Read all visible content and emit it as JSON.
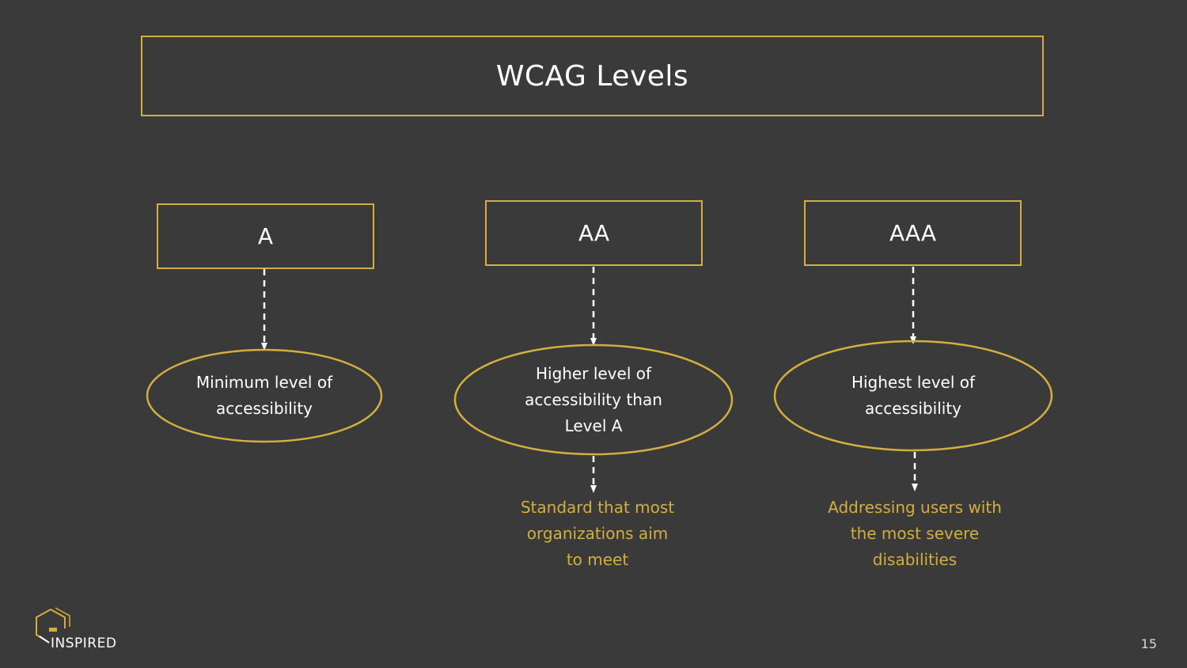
{
  "title": "WCAG Levels",
  "levels": [
    {
      "label": "A",
      "description": [
        "Minimum level of",
        "accessibility"
      ],
      "note": []
    },
    {
      "label": "AA",
      "description": [
        "Higher level of",
        "accessibility than",
        "Level A"
      ],
      "note": [
        "Standard that most",
        "organizations aim",
        "to meet"
      ]
    },
    {
      "label": "AAA",
      "description": [
        "Highest level of",
        "accessibility"
      ],
      "note": [
        "Addressing users with",
        "the most severe",
        "disabilities"
      ]
    }
  ],
  "footer": {
    "logo_text": "INSPIRED",
    "page_number": "15"
  },
  "colors": {
    "background": "#3a3a3a",
    "accent": "#d4ae3e",
    "text": "#ffffff"
  }
}
